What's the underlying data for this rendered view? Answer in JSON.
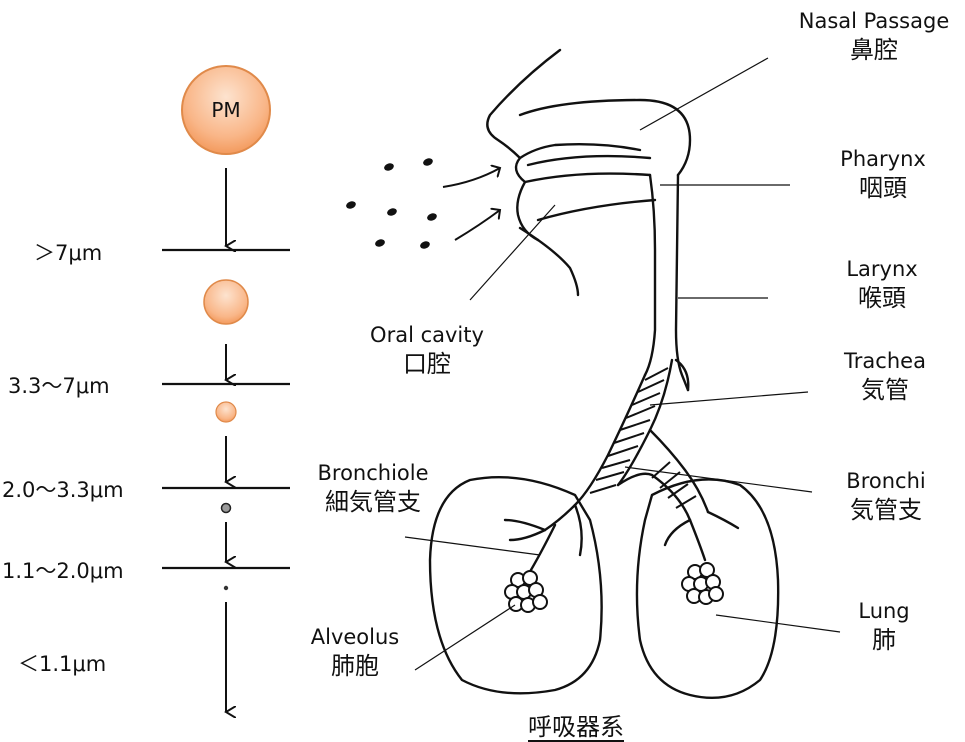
{
  "particle": {
    "label": "PM"
  },
  "size_ranges": [
    {
      "label": "＞7μm"
    },
    {
      "label": "3.3～7μm"
    },
    {
      "label": "2.0～3.3μm"
    },
    {
      "label": "1.1～2.0μm"
    },
    {
      "label": "＜1.1μm"
    }
  ],
  "organs": {
    "nasal_passage": {
      "en": "Nasal Passage",
      "ja": "鼻腔"
    },
    "pharynx": {
      "en": "Pharynx",
      "ja": "咽頭"
    },
    "larynx": {
      "en": "Larynx",
      "ja": "喉頭"
    },
    "oral_cavity": {
      "en": "Oral cavity",
      "ja": "口腔"
    },
    "trachea": {
      "en": "Trachea",
      "ja": "気管"
    },
    "bronchiole": {
      "en": "Bronchiole",
      "ja": "細気管支"
    },
    "bronchi": {
      "en": "Bronchi",
      "ja": "気管支"
    },
    "lung": {
      "en": "Lung",
      "ja": "肺"
    },
    "alveolus": {
      "en": "Alveolus",
      "ja": "肺胞"
    }
  },
  "title": "呼吸器系",
  "colors": {
    "particle_fill": "#f7a870",
    "particle_stroke": "#e08a4a",
    "particle_inner": "#fde3cf",
    "line": "#111111"
  }
}
